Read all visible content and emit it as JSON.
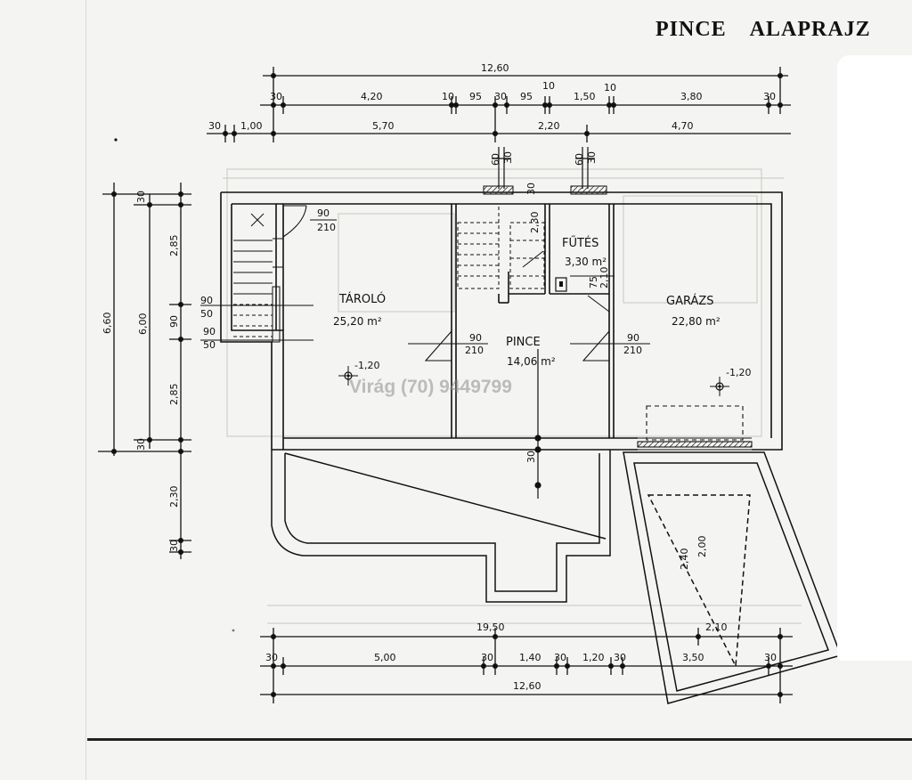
{
  "title": {
    "word1": "PINCE",
    "word2": "ALAPRAJZ"
  },
  "watermark": "Virág (70) 9449799",
  "top_dims": {
    "overall": "12,60",
    "row2": [
      "30",
      "4,20",
      "10",
      "95",
      "30",
      "95",
      "10",
      "1,50",
      "10",
      "3,80",
      "30"
    ],
    "row3": [
      "30",
      "1,00",
      "5,70",
      "2,20",
      "4,70"
    ],
    "vent_dims": [
      "60",
      "30",
      "60",
      "30"
    ]
  },
  "left_dims": {
    "overall": "6,60",
    "inner": "6,00",
    "segments": [
      "30",
      "2,85",
      "90",
      "2,85",
      "30",
      "2,30",
      "30"
    ]
  },
  "rooms": {
    "storage": {
      "name": "TÁROLÓ",
      "area": "25,20 m²"
    },
    "heating": {
      "name": "FŰTÉS",
      "area": "3,30 m²"
    },
    "cellar": {
      "name": "PINCE",
      "area": "14,06 m²"
    },
    "garage": {
      "name": "GARÁZS",
      "area": "22,80 m²"
    }
  },
  "door_labels": {
    "d1": [
      "90",
      "210"
    ],
    "d2": [
      "90",
      "210"
    ],
    "d3": [
      "90",
      "210"
    ],
    "window_a": [
      "90",
      "50"
    ],
    "window_b": [
      "90",
      "50"
    ]
  },
  "misc_labels": {
    "lvl1": "-1,20",
    "lvl2": "-1,20",
    "wall_30a": "30",
    "wall_30b": "30",
    "h230": "2,30",
    "h210": "2,10",
    "h75": "75",
    "ramp_240": "2,40",
    "ramp_200": "2,00"
  },
  "bottom_dims": {
    "row1": [
      "19,50",
      "2,10"
    ],
    "row2": [
      "30",
      "5,00",
      "30",
      "1,40",
      "30",
      "1,20",
      "30",
      "3,50",
      "30"
    ],
    "overall": "12,60"
  }
}
